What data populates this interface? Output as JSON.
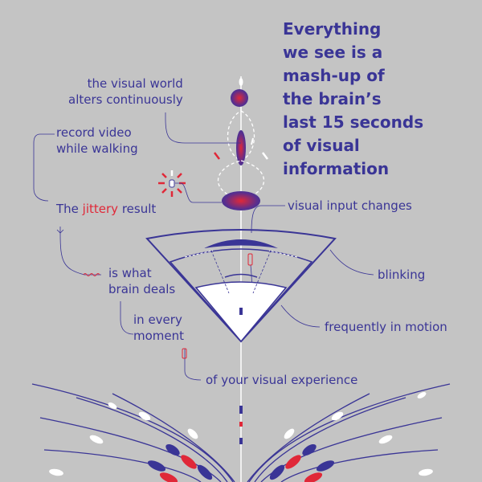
{
  "title_lines": [
    "Everything",
    "we see is a",
    "mash-up of",
    "the brain’s",
    "last 15 seconds",
    "of visual",
    "information"
  ],
  "labels": {
    "visual_world_l1": "the visual world",
    "visual_world_l2": "alters continuously",
    "record_l1": "record video",
    "record_l2": "while walking",
    "jittery_pre": "The ",
    "jittery_word": "jittery",
    "jittery_post": " result",
    "brain_l1": "is what",
    "brain_l2": "brain deals",
    "moment_l1": "in every",
    "moment_l2": "moment",
    "experience": "of your visual experience",
    "input_changes": "visual input changes",
    "blinking": "blinking",
    "motion": "frequently in motion"
  },
  "colors": {
    "background": "#c4c4c4",
    "ink": "#3a3596",
    "accent": "#e02838",
    "white": "#ffffff"
  },
  "icons": [
    "stack-of-ellipses",
    "eye-cone",
    "flare-marks",
    "curved-bands"
  ]
}
